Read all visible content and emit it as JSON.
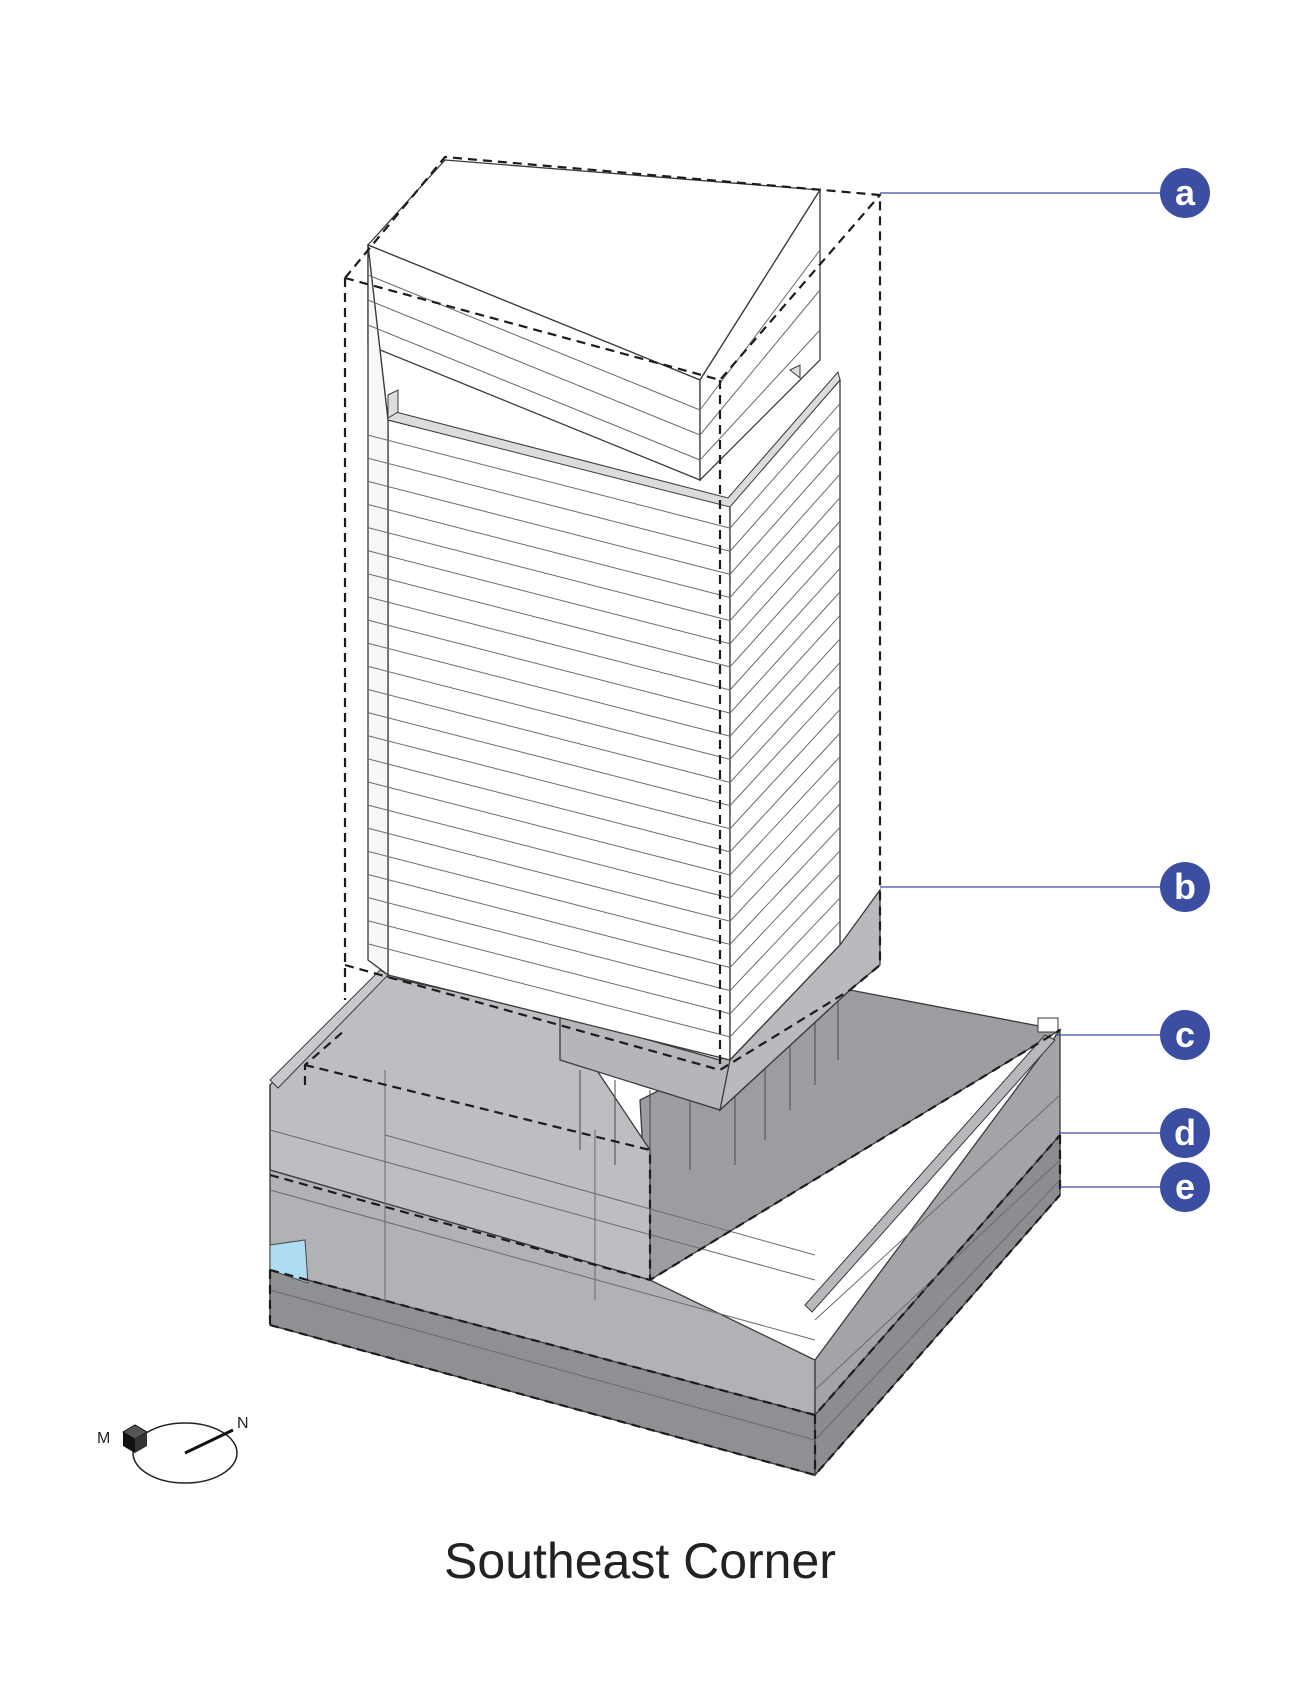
{
  "caption": "Southeast Corner",
  "callouts": [
    {
      "label": "a"
    },
    {
      "label": "b"
    },
    {
      "label": "c"
    },
    {
      "label": "d"
    },
    {
      "label": "e"
    }
  ],
  "compass": {
    "west_label": "M",
    "north_label": "N"
  },
  "colors": {
    "callout_fill": "#3b4ea1",
    "glass": "#aedcf2",
    "podium_light": "#c2c3c6",
    "podium_mid": "#a9aaae",
    "podium_dark": "#8e8f93",
    "tower_face": "#ffffff"
  }
}
